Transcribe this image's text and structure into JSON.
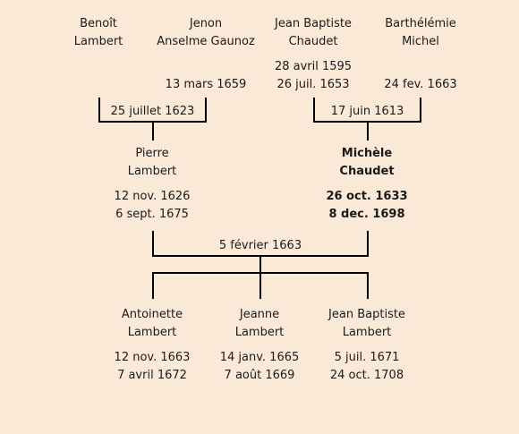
{
  "grandparents": {
    "paternal_father": {
      "first": "Benoît",
      "last": "Lambert"
    },
    "paternal_mother": {
      "first": "Jenon",
      "last": "Anselme Gaunoz",
      "death": "13 mars 1659"
    },
    "maternal_father": {
      "first": "Jean Baptiste",
      "last": "Chaudet",
      "birth": "28 avril 1595",
      "death": "26 juil. 1653"
    },
    "maternal_mother": {
      "first": "Barthélémie",
      "last": "Michel",
      "death": "24 fev. 1663"
    }
  },
  "marriages": {
    "paternal": "25 juillet 1623",
    "maternal": "17 juin 1613",
    "parents": "5 février 1663"
  },
  "parents": {
    "father": {
      "first": "Pierre",
      "last": "Lambert",
      "birth": "12 nov. 1626",
      "death": "6 sept. 1675"
    },
    "mother": {
      "first": "Michèle",
      "last": "Chaudet",
      "birth": "26 oct. 1633",
      "death": "8 dec. 1698"
    }
  },
  "children": [
    {
      "first": "Antoinette",
      "last": "Lambert",
      "birth": "12 nov. 1663",
      "death": "7 avril 1672"
    },
    {
      "first": "Jeanne",
      "last": "Lambert",
      "birth": "14 janv. 1665",
      "death": "7 août 1669"
    },
    {
      "first": "Jean Baptiste",
      "last": "Lambert",
      "birth": "5 juil. 1671",
      "death": "24 oct. 1708"
    }
  ]
}
